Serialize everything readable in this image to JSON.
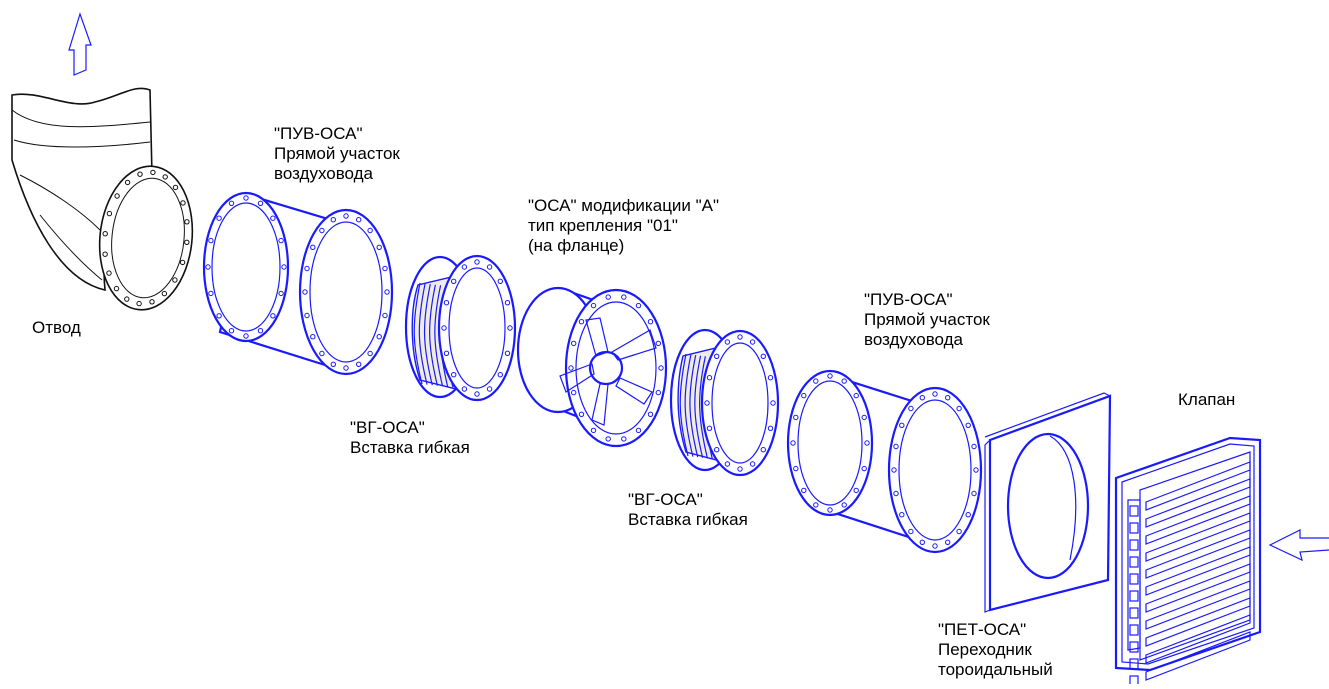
{
  "colors": {
    "outline": "#1a1aff",
    "elbow_outline": "#111111",
    "flex_fill": "#efece4"
  },
  "icons": {
    "outlet_arrow": "arrow-up-icon",
    "inlet_arrow": "arrow-left-icon"
  },
  "labels": {
    "elbow": [
      "Отвод"
    ],
    "duct1": [
      "\"ПУВ-ОСА\"",
      "Прямой участок",
      "воздуховода"
    ],
    "flex1": [
      "\"ВГ-ОСА\"",
      "Вставка гибкая"
    ],
    "fan": [
      "\"ОСА\" модификации \"А\"",
      "тип крепления \"01\"",
      "(на фланце)"
    ],
    "flex2": [
      "\"ВГ-ОСА\"",
      "Вставка гибкая"
    ],
    "duct2": [
      "\"ПУВ-ОСА\"",
      "Прямой участок",
      "воздуховода"
    ],
    "adapter": [
      "\"ПЕТ-ОСА\"",
      "Переходник",
      "тороидальный"
    ],
    "valve": [
      "Клапан"
    ]
  }
}
